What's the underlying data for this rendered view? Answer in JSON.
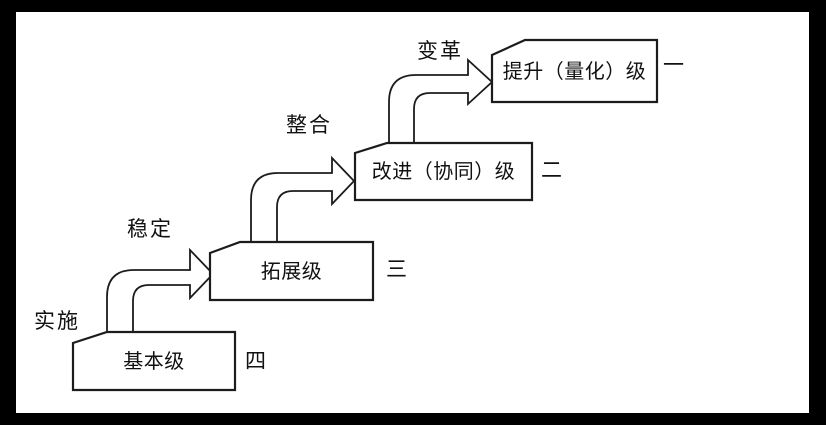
{
  "colors": {
    "frame": "#000000",
    "canvas": "#ffffff",
    "line": "#1c1c1c",
    "text": "#111111"
  },
  "diagram": {
    "type": "maturity-ladder",
    "levels": [
      {
        "name": "提升（量化）级",
        "rank": "一",
        "stage": "变革"
      },
      {
        "name": "改进（协同）级",
        "rank": "二",
        "stage": "整合"
      },
      {
        "name": "拓展级",
        "rank": "三",
        "stage": "稳定"
      },
      {
        "name": "基本级",
        "rank": "四",
        "stage": "实施"
      }
    ]
  }
}
